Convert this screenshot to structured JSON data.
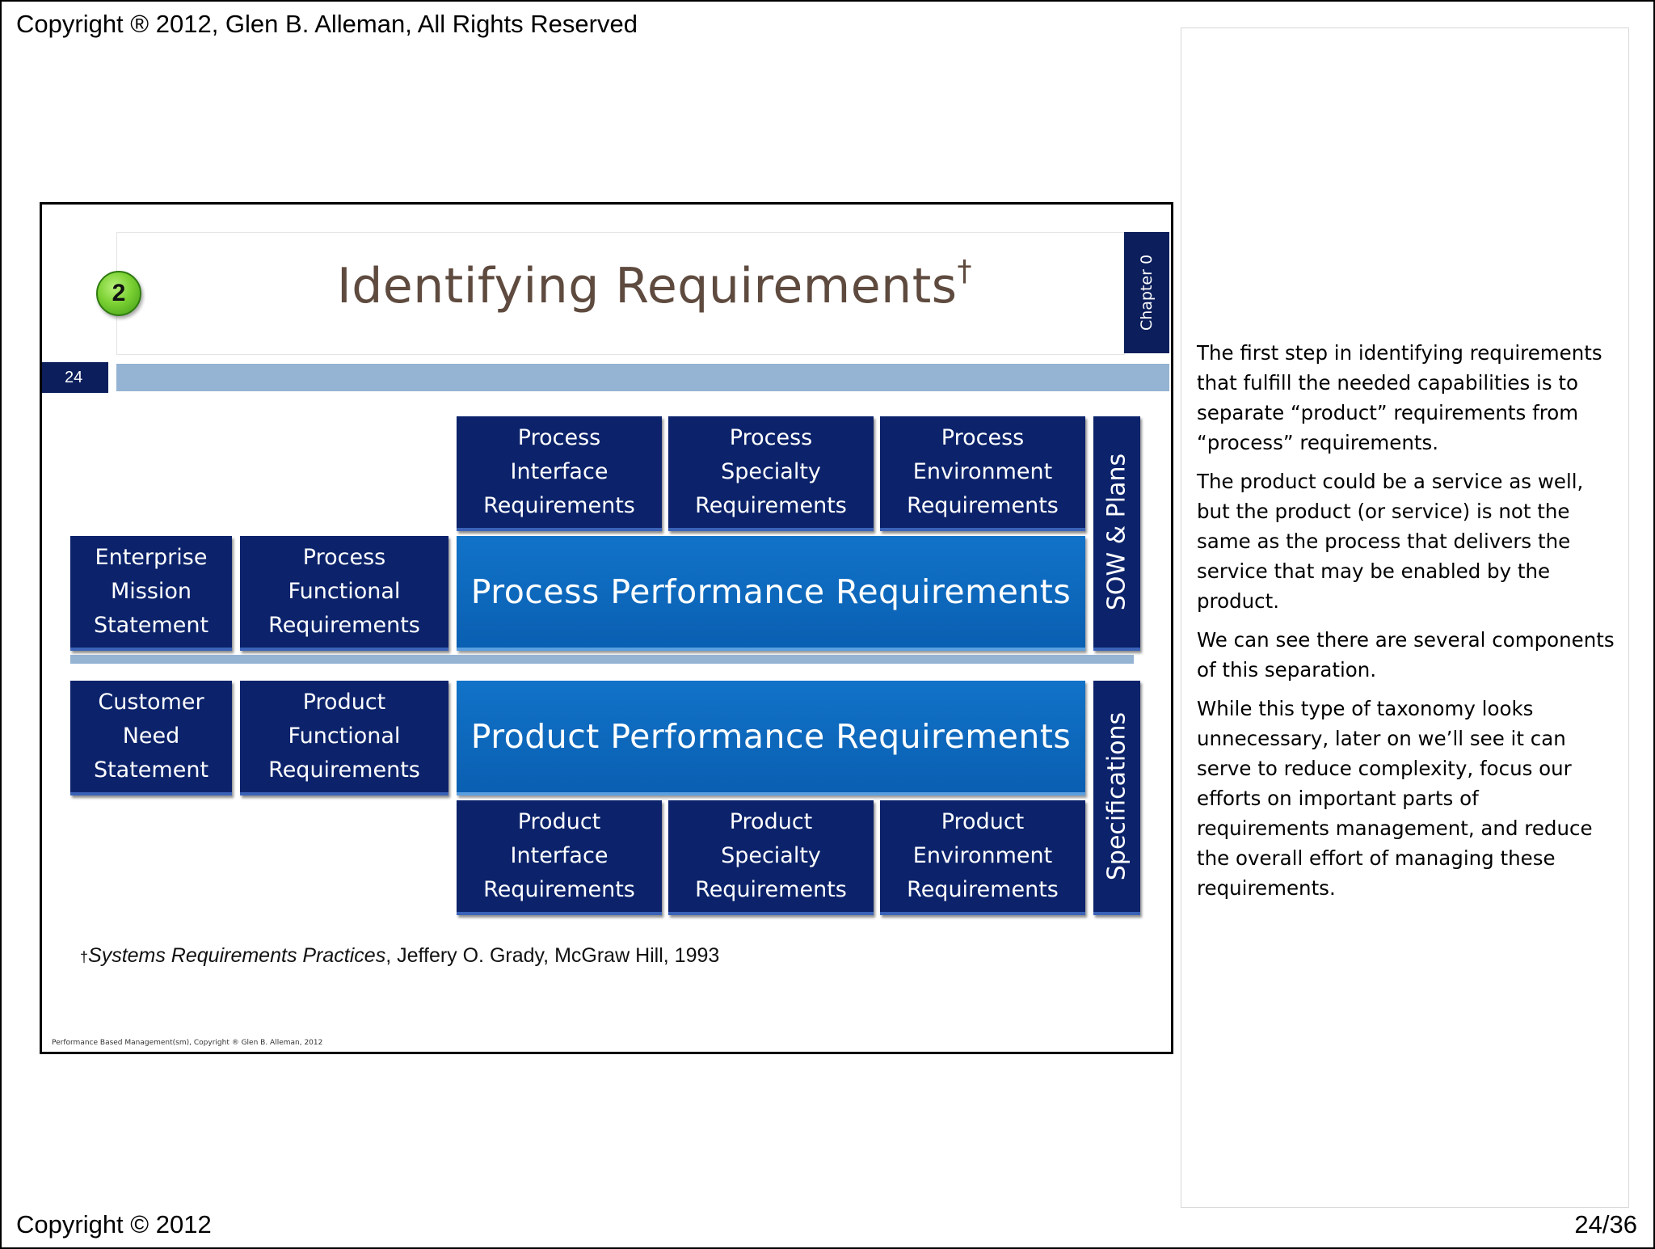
{
  "header": {
    "copyright": "Copyright ® 2012, Glen B. Alleman, All Rights Reserved"
  },
  "footer": {
    "copyright": "Copyright © 2012",
    "page": "24/36"
  },
  "slide": {
    "badge": "2",
    "title": "Identifying Requirements",
    "title_mark": "†",
    "chapter": "Chapter 0",
    "number": "24",
    "process_top": [
      {
        "lines": [
          "Process",
          "Interface",
          "Requirements"
        ]
      },
      {
        "lines": [
          "Process",
          "Specialty",
          "Requirements"
        ]
      },
      {
        "lines": [
          "Process",
          "Environment",
          "Requirements"
        ]
      }
    ],
    "enterprise": [
      "Enterprise",
      "Mission",
      "Statement"
    ],
    "process_functional": [
      "Process",
      "Functional",
      "Requirements"
    ],
    "process_performance": "Process Performance Requirements",
    "sow_plans": "SOW & Plans",
    "customer": [
      "Customer",
      "Need",
      "Statement"
    ],
    "product_functional": [
      "Product",
      "Functional",
      "Requirements"
    ],
    "product_performance": "Product Performance Requirements",
    "specifications": "Specifications",
    "product_bottom": [
      {
        "lines": [
          "Product",
          "Interface",
          "Requirements"
        ]
      },
      {
        "lines": [
          "Product",
          "Specialty",
          "Requirements"
        ]
      },
      {
        "lines": [
          "Product",
          "Environment",
          "Requirements"
        ]
      }
    ],
    "reference": {
      "mark": "†",
      "title": "Systems Requirements Practices",
      "rest": ", Jeffery O. Grady, McGraw Hill, 1993"
    },
    "footer": "Performance Based Management(sm), Copyright ® Glen B. Alleman, 2012"
  },
  "notes": [
    "The first step in identifying requirements that fulfill the needed capabilities  is to separate “product” requirements from “process” requirements.",
    "The product could be a service as well, but the product (or service) is not the same as the process that delivers the service that may be enabled by the product.",
    "We can see there are several components of this separation.",
    "While this type of taxonomy looks unnecessary, later on we’ll see it can serve to reduce complexity, focus our efforts on important parts of requirements management, and reduce the overall effort of managing these requirements."
  ]
}
